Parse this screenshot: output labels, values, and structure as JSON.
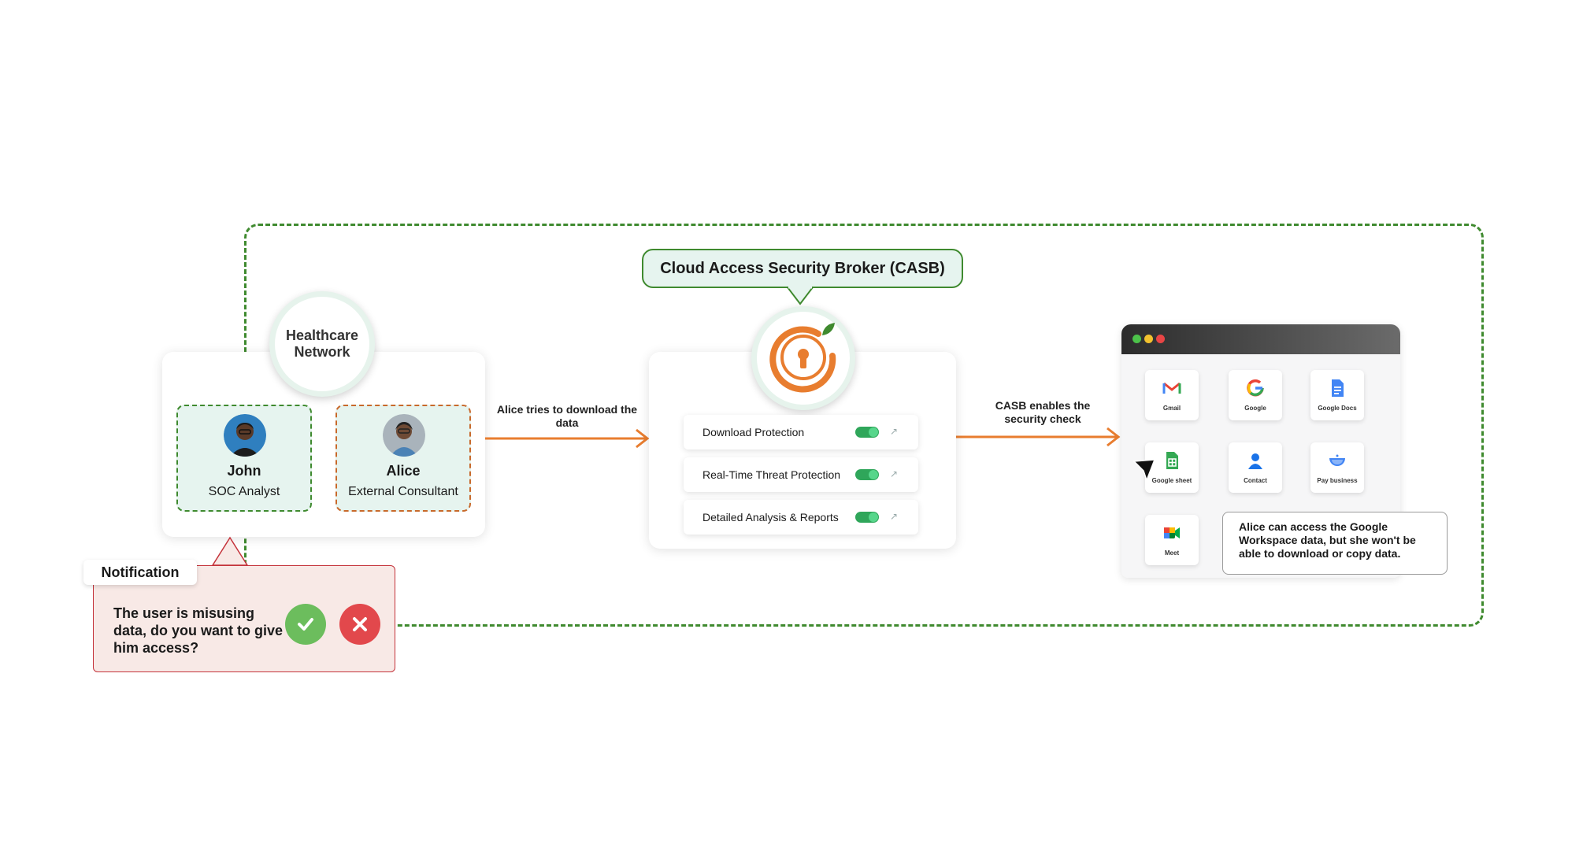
{
  "network": {
    "title": "Healthcare Network",
    "users": [
      {
        "name": "John",
        "role": "SOC Analyst"
      },
      {
        "name": "Alice",
        "role": "External Consultant"
      }
    ]
  },
  "flow": {
    "step1_label": "Alice tries to download the data",
    "step2_label": "CASB enables the security check"
  },
  "casb": {
    "title": "Cloud Access Security Broker (CASB)",
    "features": [
      {
        "label": "Download Protection",
        "enabled": true
      },
      {
        "label": "Real-Time Threat Protection",
        "enabled": true
      },
      {
        "label": "Detailed Analysis & Reports",
        "enabled": true
      }
    ]
  },
  "workspace": {
    "apps": [
      "Gmail",
      "Google",
      "Google Docs",
      "Google sheet",
      "Contact",
      "Pay business",
      "Meet"
    ],
    "note": "Alice can access the Google Workspace data, but she won't be able to download or copy data."
  },
  "notification": {
    "title": "Notification",
    "message": "The user is misusing data, do you want to give him access?"
  },
  "colors": {
    "green_accent": "#3f8a2f",
    "orange_accent": "#e87d2f",
    "alert_red": "#c4323a",
    "mint_bg": "#e6f4ef"
  }
}
